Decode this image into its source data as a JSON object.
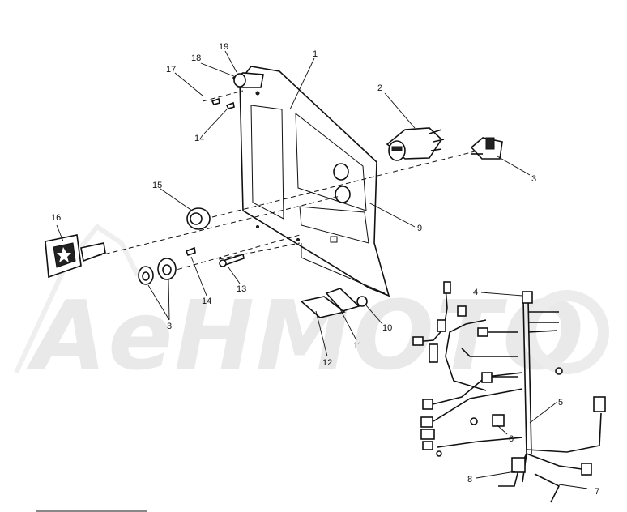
{
  "watermark": {
    "text": "AeHMOTO"
  },
  "callouts": [
    {
      "id": "1",
      "text": "1"
    },
    {
      "id": "2",
      "text": "2"
    },
    {
      "id": "3a",
      "text": "3"
    },
    {
      "id": "3b",
      "text": "3"
    },
    {
      "id": "4",
      "text": "4"
    },
    {
      "id": "5",
      "text": "5"
    },
    {
      "id": "6",
      "text": "6"
    },
    {
      "id": "7",
      "text": "7"
    },
    {
      "id": "8",
      "text": "8"
    },
    {
      "id": "9",
      "text": "9"
    },
    {
      "id": "10",
      "text": "10"
    },
    {
      "id": "11",
      "text": "11"
    },
    {
      "id": "12",
      "text": "12"
    },
    {
      "id": "13",
      "text": "13"
    },
    {
      "id": "14a",
      "text": "14"
    },
    {
      "id": "14b",
      "text": "14"
    },
    {
      "id": "15",
      "text": "15"
    },
    {
      "id": "16",
      "text": "16"
    },
    {
      "id": "17",
      "text": "17"
    },
    {
      "id": "18",
      "text": "18"
    },
    {
      "id": "19",
      "text": "19"
    }
  ]
}
